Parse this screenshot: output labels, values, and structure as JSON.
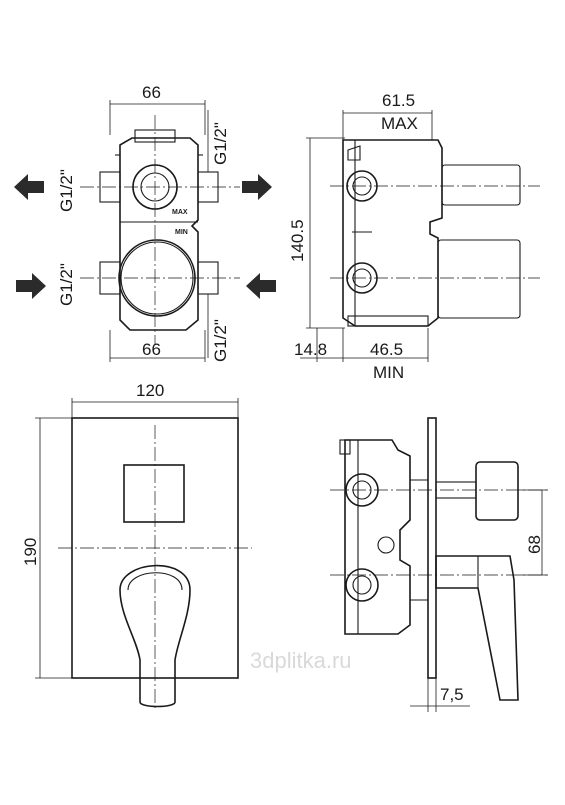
{
  "dimensions": {
    "top_width": "66",
    "bottom_width": "66",
    "thread_left_upper": "G1/2\"",
    "thread_left_lower": "G1/2\"",
    "thread_right_upper": "G1/2\"",
    "thread_right_lower": "G1/2\"",
    "depth_max": "61.5",
    "max_label": "MAX",
    "height": "140.5",
    "offset": "14.8",
    "depth_min": "46.5",
    "min_label": "MIN",
    "plate_width": "120",
    "plate_height": "190",
    "spout_axis": "68",
    "plate_thickness": "7,5"
  },
  "body_labels": {
    "max": "MAX",
    "min": "MIN"
  },
  "watermark": "3dplitka.ru"
}
